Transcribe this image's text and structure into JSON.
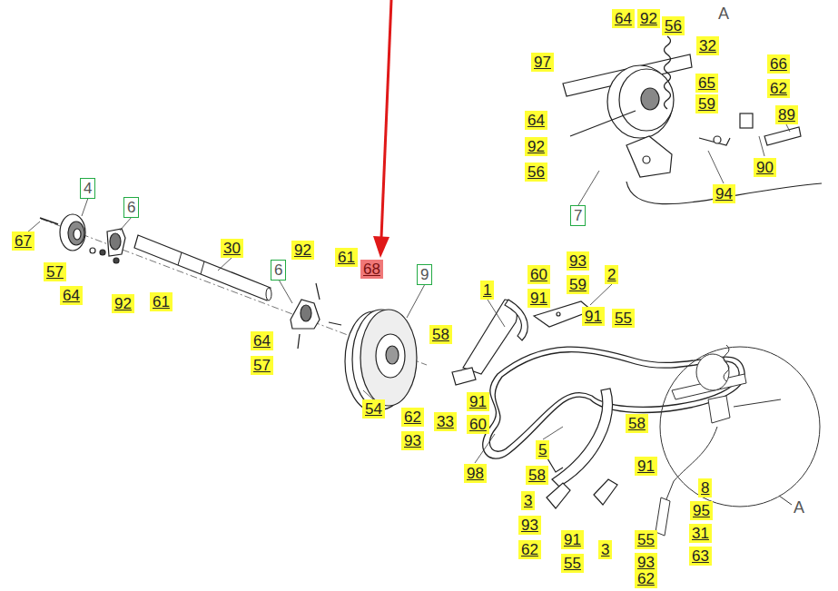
{
  "diagram": {
    "labels": [
      "A",
      "64",
      "92",
      "56",
      "32",
      "97",
      "66",
      "65",
      "62",
      "59",
      "89",
      "64",
      "92",
      "56",
      "90",
      "94",
      "7",
      "4",
      "6",
      "67",
      "30",
      "92",
      "61",
      "68",
      "9",
      "6",
      "57",
      "64",
      "92",
      "61",
      "93",
      "60",
      "59",
      "2",
      "1",
      "91",
      "91",
      "55",
      "58",
      "64",
      "57",
      "54",
      "91",
      "62",
      "33",
      "60",
      "93",
      "58",
      "98",
      "5",
      "58",
      "91",
      "8",
      "3",
      "95",
      "93",
      "91",
      "31",
      "62",
      "55",
      "3",
      "55",
      "93",
      "63",
      "62",
      "A"
    ]
  }
}
